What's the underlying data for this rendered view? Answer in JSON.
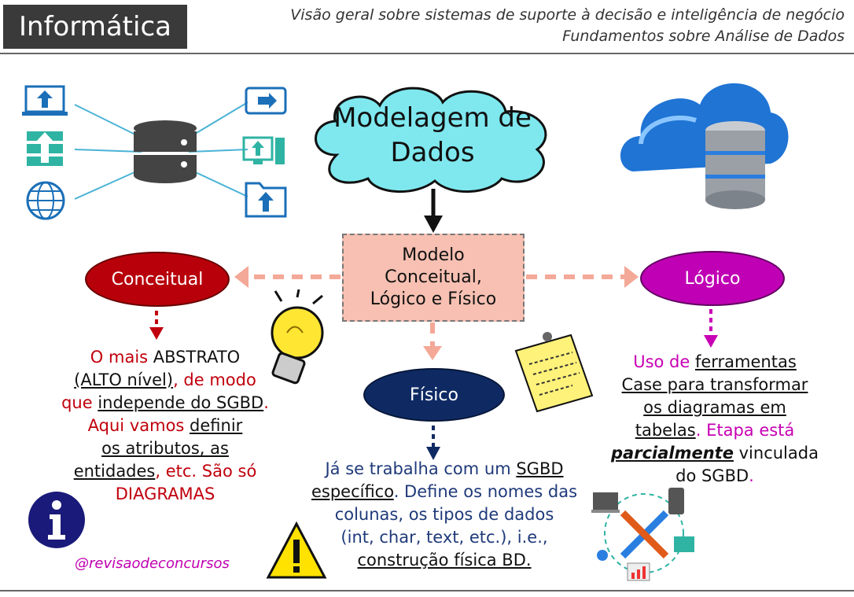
{
  "header": {
    "badge": "Informática",
    "line1": "Visão geral sobre sistemas de suporte à decisão e inteligência de negócio",
    "line2": "Fundamentos sobre Análise de Dados"
  },
  "cloud": {
    "line1": "Modelagem de",
    "line2": "Dados"
  },
  "center_box": {
    "line1": "Modelo",
    "line2": "Conceitual,",
    "line3": "Lógico e Físico"
  },
  "nodes": {
    "conceitual": "Conceitual",
    "logico": "Lógico",
    "fisico": "Físico"
  },
  "conceitual_text": {
    "p1": "O mais ",
    "p2": "ABSTRATO",
    "p3": "(ALTO nível)",
    "p4": ", de modo",
    "p5": "que ",
    "p6": "independe do SGBD",
    "p7": ".",
    "p8": "Aqui vamos ",
    "p9": "definir",
    "p10": "os atributos, as",
    "p11": "entidades",
    "p12": ", etc. São só",
    "p13": "DIAGRAMAS"
  },
  "logico_text": {
    "p1": "Uso de ",
    "p2": "ferramentas",
    "p3": "Case para transformar",
    "p4": "os diagramas em",
    "p5": "tabelas",
    "p6": ". Etapa está",
    "p7": "parcialmente",
    "p8": " vinculada",
    "p9": "do SGBD",
    "p10": "."
  },
  "fisico_text": {
    "p1": "Já se trabalha com um ",
    "p2": "SGBD",
    "p3": "específico",
    "p4": ". Define os nomes das",
    "p5": "colunas, os tipos de dados",
    "p6": "(int, char, text, etc.), i.e.,",
    "p7": "construção física BD."
  },
  "handle": "@revisaodeconcursos",
  "colors": {
    "conceitual": "#c0000c",
    "logico": "#c800b4",
    "fisico": "#0f2a63",
    "box": "#f7c0b2",
    "cloud": "#7fe8ef"
  }
}
